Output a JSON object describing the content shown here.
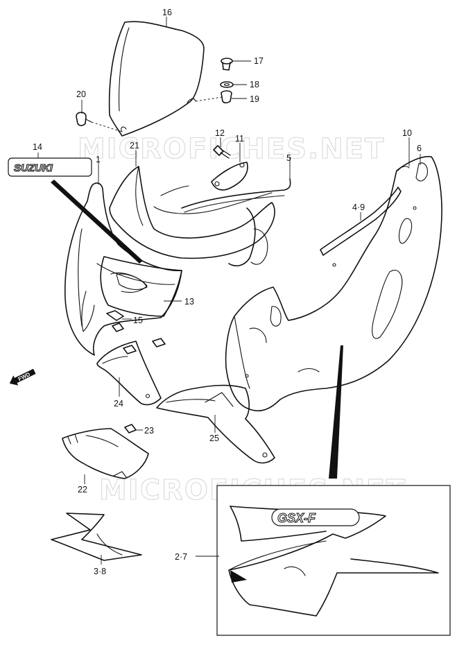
{
  "watermark": "MICROFICHES.NET",
  "brand_logo": "SUZUKI",
  "fwd_arrow": "FWD",
  "decal_logo": "GSX-F",
  "labels": {
    "p16": "16",
    "p17": "17",
    "p18": "18",
    "p19": "19",
    "p20": "20",
    "p12": "12",
    "p11": "11",
    "p10": "10",
    "p6": "6",
    "p14": "14",
    "p21": "21",
    "p1": "1",
    "p5": "5",
    "p4_9": "4·9",
    "p13": "13",
    "p15": "15",
    "p24": "24",
    "p23": "23",
    "p25": "25",
    "p22": "22",
    "p3_8": "3·8",
    "p2_7": "2·7"
  }
}
